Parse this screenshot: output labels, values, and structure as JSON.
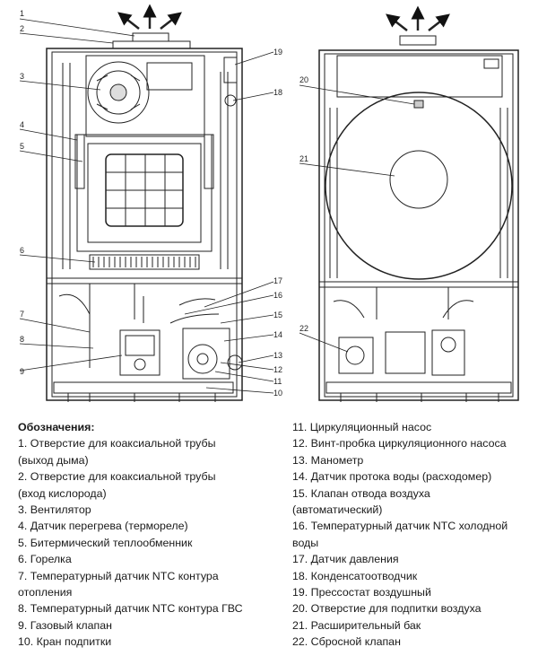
{
  "diagram": {
    "callouts_left": [
      "1",
      "2",
      "3",
      "4",
      "5",
      "6",
      "7",
      "8",
      "9",
      "10",
      "11",
      "12",
      "13",
      "14",
      "15",
      "16",
      "17",
      "18",
      "19"
    ],
    "callouts_right": [
      "20",
      "21",
      "22"
    ]
  },
  "legend": {
    "title": "Обозначения:",
    "left_lines": [
      "1. Отверстие для коаксиальной трубы",
      "(выход дыма)",
      "2. Отверстие для коаксиальной трубы",
      "(вход кислорода)",
      "3. Вентилятор",
      "4. Датчик перегрева (термореле)",
      "5. Битермический теплообменник",
      "6. Горелка",
      "7. Температурный датчик NTC контура",
      "отопления",
      "8. Температурный датчик NTC контура ГВС",
      "9. Газовый клапан",
      "10. Кран подпитки"
    ],
    "right_lines": [
      "11. Циркуляционный насос",
      "12. Винт-пробка циркуляционного насоса",
      "13. Манометр",
      "14. Датчик протока воды (расходомер)",
      "15. Клапан отвода воздуха",
      "(автоматический)",
      "16. Температурный датчик NTC холодной",
      "воды",
      "17. Датчик давления",
      "18. Конденсатоотводчик",
      "19. Прессостат воздушный",
      "20. Отверстие для подпитки воздуха",
      "21. Расширительный бак",
      "22. Сбросной клапан"
    ]
  }
}
